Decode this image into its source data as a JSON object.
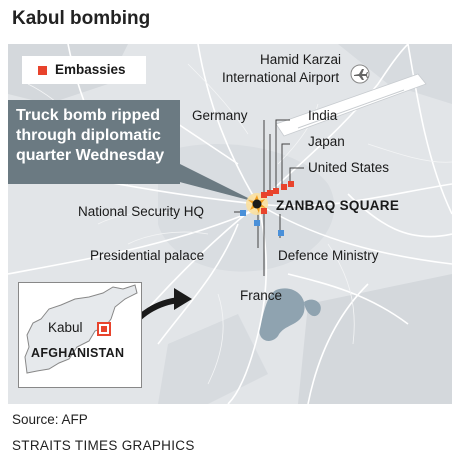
{
  "title": "Kabul bombing",
  "legend": {
    "label": "Embassies",
    "color": "#e8432c"
  },
  "callout": {
    "text": "Truck bomb ripped through diplomatic quarter Wednesday"
  },
  "labels": {
    "airport": "Hamid Karzai\nInternational Airport",
    "airport_line1": "Hamid Karzai",
    "airport_line2": "International Airport",
    "germany": "Germany",
    "india": "India",
    "japan": "Japan",
    "united_states": "United States",
    "zanbaq": "ZANBAQ SQUARE",
    "nsa": "National Security HQ",
    "palace": "Presidential palace",
    "defence": "Defence Ministry",
    "france": "France"
  },
  "inset": {
    "country": "AFGHANISTAN",
    "city": "Kabul"
  },
  "source": "Source: AFP",
  "credit": "STRAITS TIMES GRAPHICS",
  "colors": {
    "embassy": "#e8432c",
    "government": "#4a90d9",
    "water": "#8fa3b0",
    "land": "#e2e5e8",
    "road": "#ffffff",
    "callout_bg": "#6b7a82"
  }
}
